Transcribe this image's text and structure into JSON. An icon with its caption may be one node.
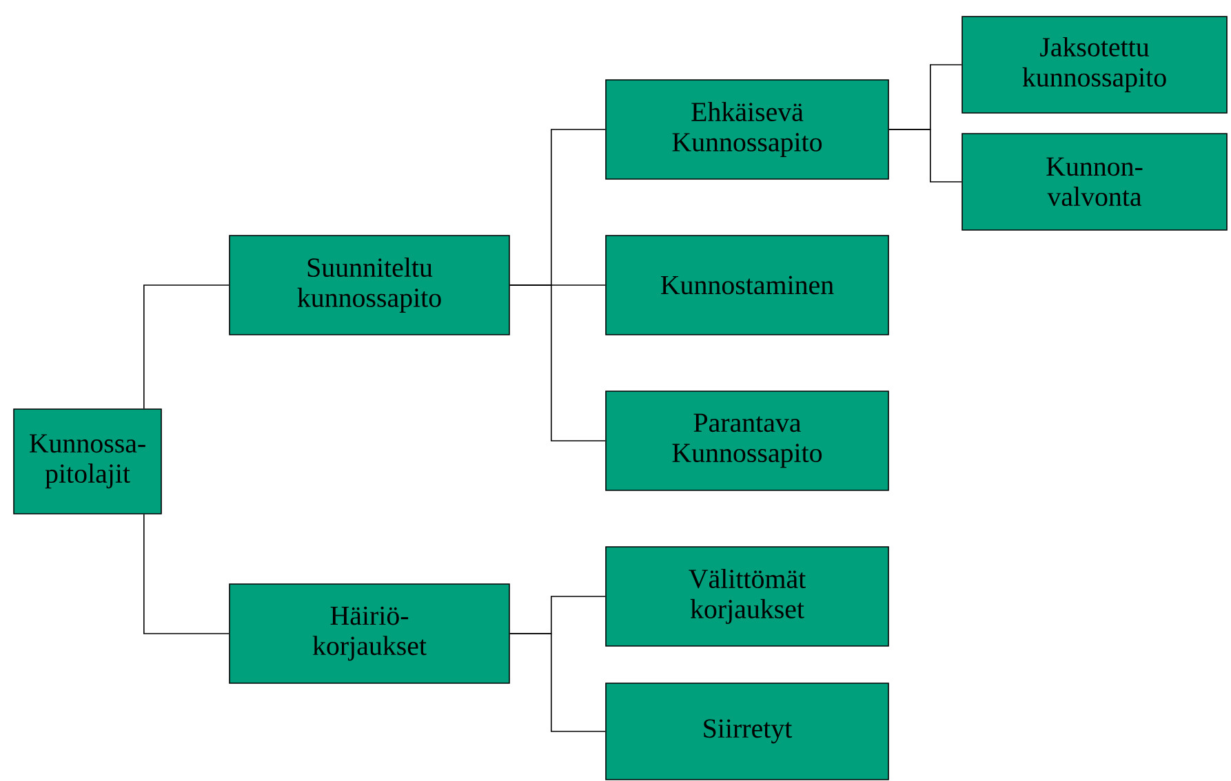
{
  "diagram": {
    "nodes": [
      {
        "text": [
          "Kunnossa- pitolajit"
        ]
      },
      {
        "text": [
          "Suunniteltu kunnossapito"
        ]
      },
      {
        "text": [
          "Häiriö- korjaukset"
        ]
      },
      {
        "text": [
          "Ehkäisevä Kunnossapito"
        ]
      },
      {
        "text": [
          "Kunnostaminen"
        ]
      },
      {
        "text": [
          "Parantava Kunnossapito"
        ]
      },
      {
        "text": [
          "Välittömät korjaukset"
        ]
      },
      {
        "text": [
          "Siirretyt"
        ]
      },
      {
        "text": [
          "Jaksotettu kunnossapito"
        ]
      },
      {
        "text": [
          "Kunnon- valvonta"
        ]
      }
    ],
    "edges": [
      {
        "from": 0,
        "to": 1,
        "arrow": "none"
      },
      {
        "from": 0,
        "to": 2,
        "arrow": "none"
      },
      {
        "from": 1,
        "to": 3,
        "arrow": "none"
      },
      {
        "from": 1,
        "to": 4,
        "arrow": "none"
      },
      {
        "from": 1,
        "to": 5,
        "arrow": "none"
      },
      {
        "from": 2,
        "to": 6,
        "arrow": "none"
      },
      {
        "from": 2,
        "to": 7,
        "arrow": "none"
      },
      {
        "from": 3,
        "to": 8,
        "arrow": "none"
      },
      {
        "from": 3,
        "to": 9,
        "arrow": "none"
      }
    ]
  }
}
